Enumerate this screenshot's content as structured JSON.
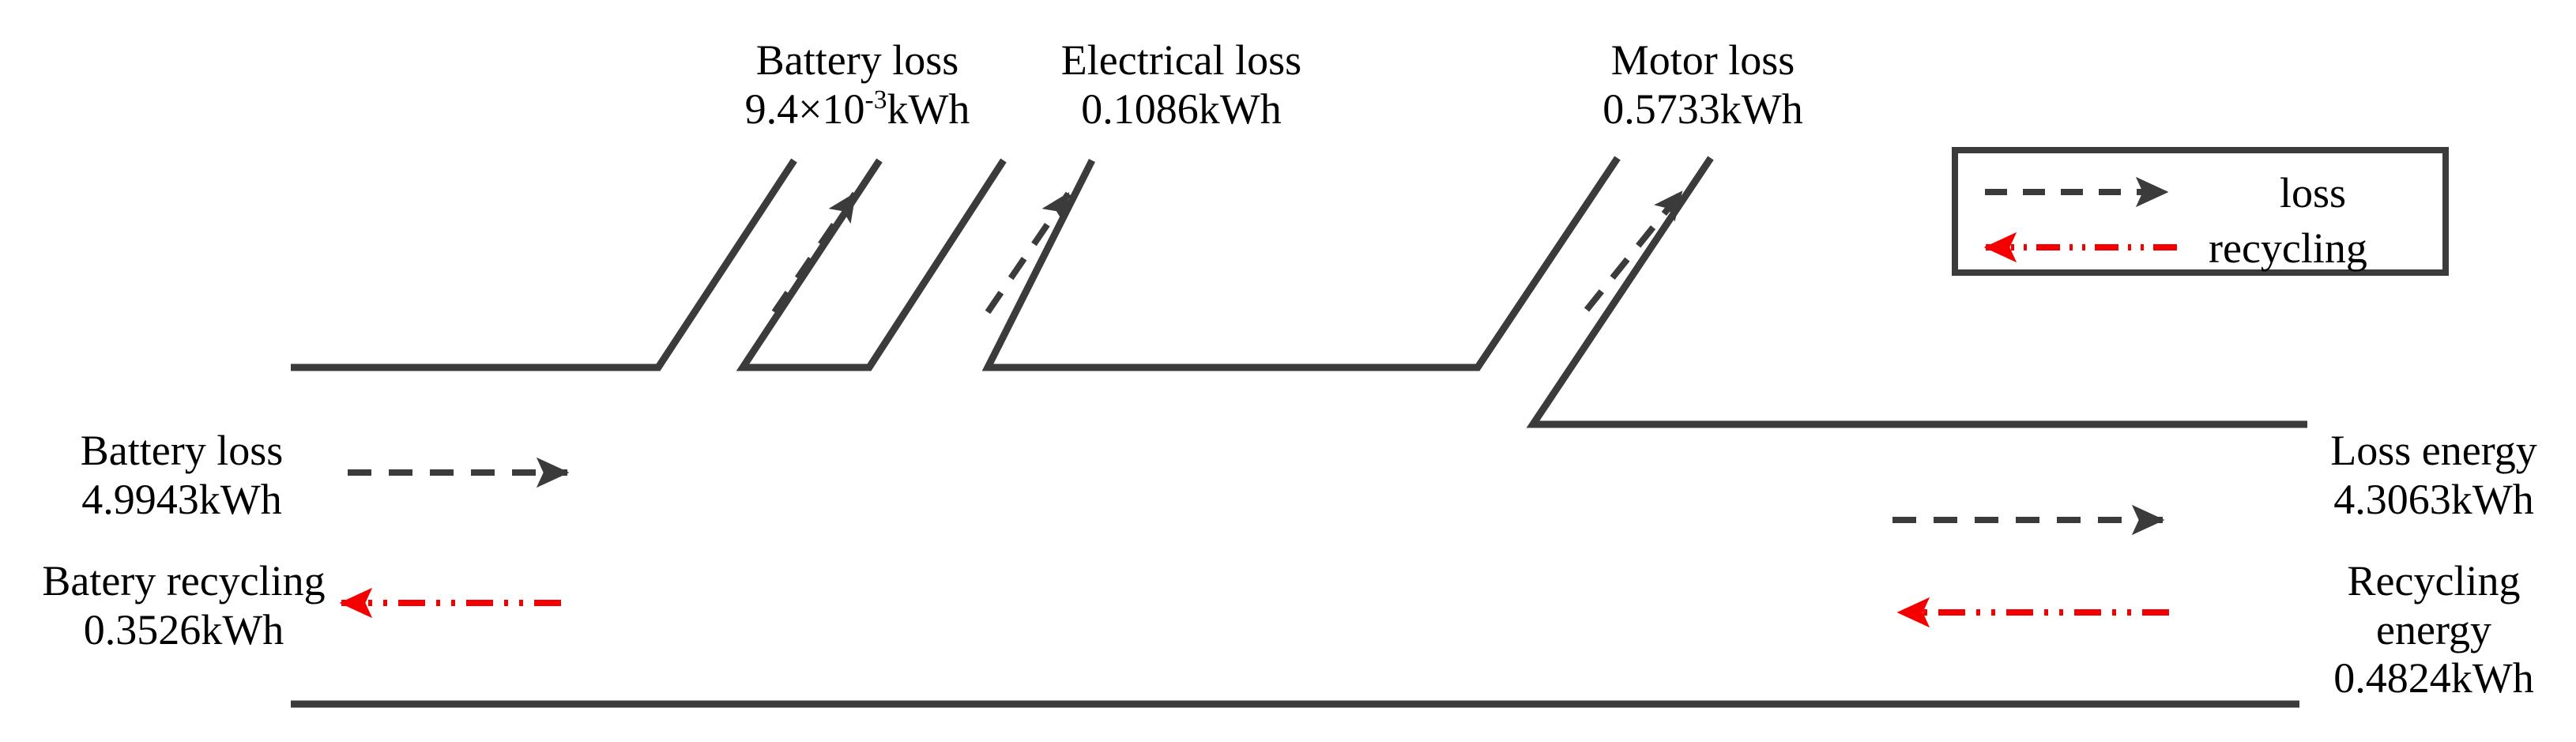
{
  "diagram": {
    "type": "energy-flow-sankey",
    "title": "",
    "stroke_color": "#3b3b3b",
    "recycling_color": "#f50000",
    "text_color": "#000000",
    "branch_labels": [
      {
        "id": "battery-loss-branch",
        "name": "Battery loss",
        "value_prefix": "9.4×10",
        "value_exponent": "-3",
        "value_suffix": "kWh",
        "value_text": "9.4×10⁻³kWh"
      },
      {
        "id": "electrical-loss-branch",
        "name": "Electrical loss",
        "value_text": "0.1086kWh"
      },
      {
        "id": "motor-loss-branch",
        "name": "Motor loss",
        "value_text": "0.5733kWh"
      }
    ],
    "left_labels": [
      {
        "id": "battery-loss-input",
        "name": "Battery loss",
        "value_text": "4.9943kWh",
        "flow": "loss"
      },
      {
        "id": "battery-recycling-input",
        "name": "Batery recycling",
        "value_text": "0.3526kWh",
        "flow": "recycling"
      }
    ],
    "right_labels": [
      {
        "id": "loss-energy-output",
        "name": "Loss energy",
        "value_text": "4.3063kWh",
        "flow": "loss"
      },
      {
        "id": "recycling-energy-output",
        "name_line1": "Recycling",
        "name_line2": "energy",
        "value_text": "0.4824kWh",
        "flow": "recycling"
      }
    ]
  },
  "legend": {
    "items": [
      {
        "id": "legend-loss",
        "label": "loss",
        "style": "dashed-arrow-right",
        "color": "#3b3b3b"
      },
      {
        "id": "legend-recycling",
        "label": "recycling",
        "style": "dashdot-arrow-left",
        "color": "#f50000"
      }
    ]
  },
  "chart_data": {
    "type": "sankey",
    "title": "",
    "units": "kWh",
    "inputs": [
      {
        "label": "Battery loss",
        "value": 4.9943,
        "direction": "in",
        "flow": "loss"
      },
      {
        "label": "Batery recycling",
        "value": 0.3526,
        "direction": "in",
        "flow": "recycling"
      }
    ],
    "losses": [
      {
        "label": "Battery loss",
        "value": 0.0094,
        "value_text": "9.4×10⁻³kWh"
      },
      {
        "label": "Electrical loss",
        "value": 0.1086,
        "value_text": "0.1086kWh"
      },
      {
        "label": "Motor loss",
        "value": 0.5733,
        "value_text": "0.5733kWh"
      }
    ],
    "outputs": [
      {
        "label": "Loss energy",
        "value": 4.3063,
        "direction": "out",
        "flow": "loss"
      },
      {
        "label": "Recycling energy",
        "value": 0.4824,
        "direction": "out",
        "flow": "recycling"
      }
    ],
    "legend": [
      "loss",
      "recycling"
    ],
    "legend_position": "top-right"
  }
}
